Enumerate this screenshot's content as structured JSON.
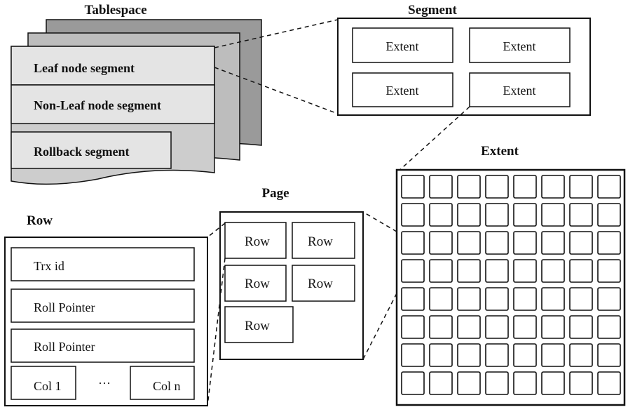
{
  "tablespace": {
    "title": "Tablespace",
    "segments": [
      "Leaf node segment",
      "Non-Leaf node segment",
      "Rollback segment"
    ]
  },
  "segment": {
    "title": "Segment",
    "extents": [
      "Extent",
      "Extent",
      "Extent",
      "Extent"
    ]
  },
  "extent": {
    "title": "Extent",
    "grid": {
      "rows": 8,
      "cols": 8
    }
  },
  "page": {
    "title": "Page",
    "rows": [
      "Row",
      "Row",
      "Row",
      "Row",
      "Row"
    ]
  },
  "row": {
    "title": "Row",
    "fields": [
      "Trx id",
      "Roll Pointer",
      "Roll Pointer"
    ],
    "col_first": "Col 1",
    "ellipsis": "···",
    "col_last": "Col n"
  },
  "colors": {
    "ink": "#111111",
    "sheet_back": "#9a9a9a",
    "sheet_mid": "#bdbdbd",
    "segment_fill": "#e4e4e4",
    "background": "#ffffff"
  }
}
